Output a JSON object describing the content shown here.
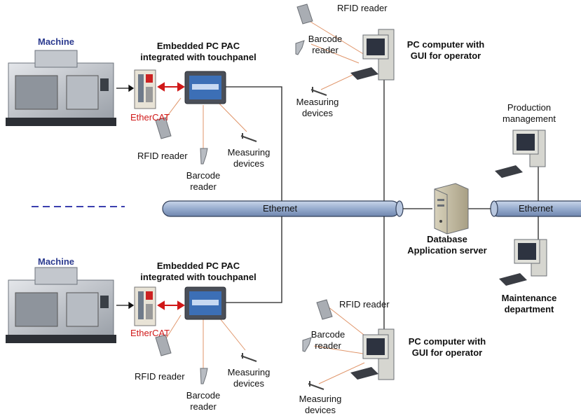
{
  "machine_label": "Machine",
  "embedded_pc_label": "Embedded PC PAC\nintegrated with touchpanel",
  "ethercat_label": "EtherCAT",
  "rfid_label": "RFID reader",
  "barcode_label": "Barcode\nreader",
  "measuring_label": "Measuring\ndevices",
  "pc_operator_label": "PC computer with\nGUI for operator",
  "ethernet_label": "Ethernet",
  "database_label": "Database\nApplication server",
  "production_label": "Production\nmanagement",
  "maintenance_label": "Maintenance\ndepartment",
  "colors": {
    "pipe_fill": "#9fb4d4",
    "pipe_stroke": "#33405a",
    "machine_text": "#2b3a8f",
    "ethercat_text": "#d01818",
    "red_link": "#d01818",
    "device_line": "#e0956a",
    "network_line": "#222222",
    "dashed_line": "#3b3fae"
  }
}
